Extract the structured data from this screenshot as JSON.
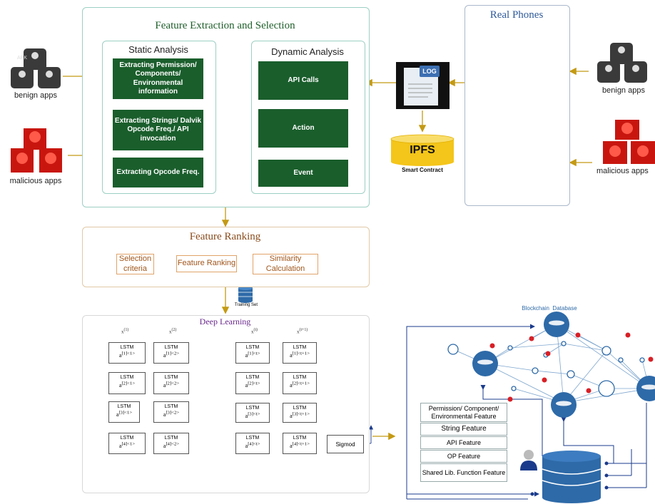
{
  "feature_extraction": {
    "title": "Feature  Extraction and Selection"
  },
  "static": {
    "title": "Static Analysis",
    "boxes": [
      "Extracting Permission/ Components/ Environmental information",
      "Extracting Strings/ Dalvik Opcode Freq./ API invocation",
      "Extracting Opcode Freq."
    ]
  },
  "dynamic": {
    "title": "Dynamic Analysis",
    "boxes": [
      "API Calls",
      "Action",
      "Event"
    ]
  },
  "left": {
    "benign": "benign apps",
    "malicious": "malicious apps",
    "apk": "APK"
  },
  "right": {
    "real_phones": "Real Phones",
    "benign": "benign apps",
    "malicious": "malicious apps"
  },
  "log": {
    "label": "LOG"
  },
  "ipfs": {
    "label": "IPFS",
    "caption": "Smart Contract"
  },
  "ranking": {
    "title": "Feature Ranking",
    "boxes": [
      "Selection criteria",
      "Feature Ranking",
      "Similarity Calculation"
    ]
  },
  "training": {
    "label": "Training Set"
  },
  "deep": {
    "title": "Deep Learning",
    "lstm": "LSTM",
    "sigmoid": "Sigmod"
  },
  "blockchain": {
    "title": "Blockchain  Database"
  },
  "features": [
    "Permission/ Component/ Environmental Feature",
    "String Feature",
    "API Feature",
    "OP Feature",
    "Shared Lib. Function Feature"
  ],
  "colors": {
    "green": "#1a5e2c",
    "gold": "#c49a14",
    "teal_border": "#9ccfc3",
    "tan_border": "#e0c9a6",
    "node_blue": "#2e6aa8"
  }
}
